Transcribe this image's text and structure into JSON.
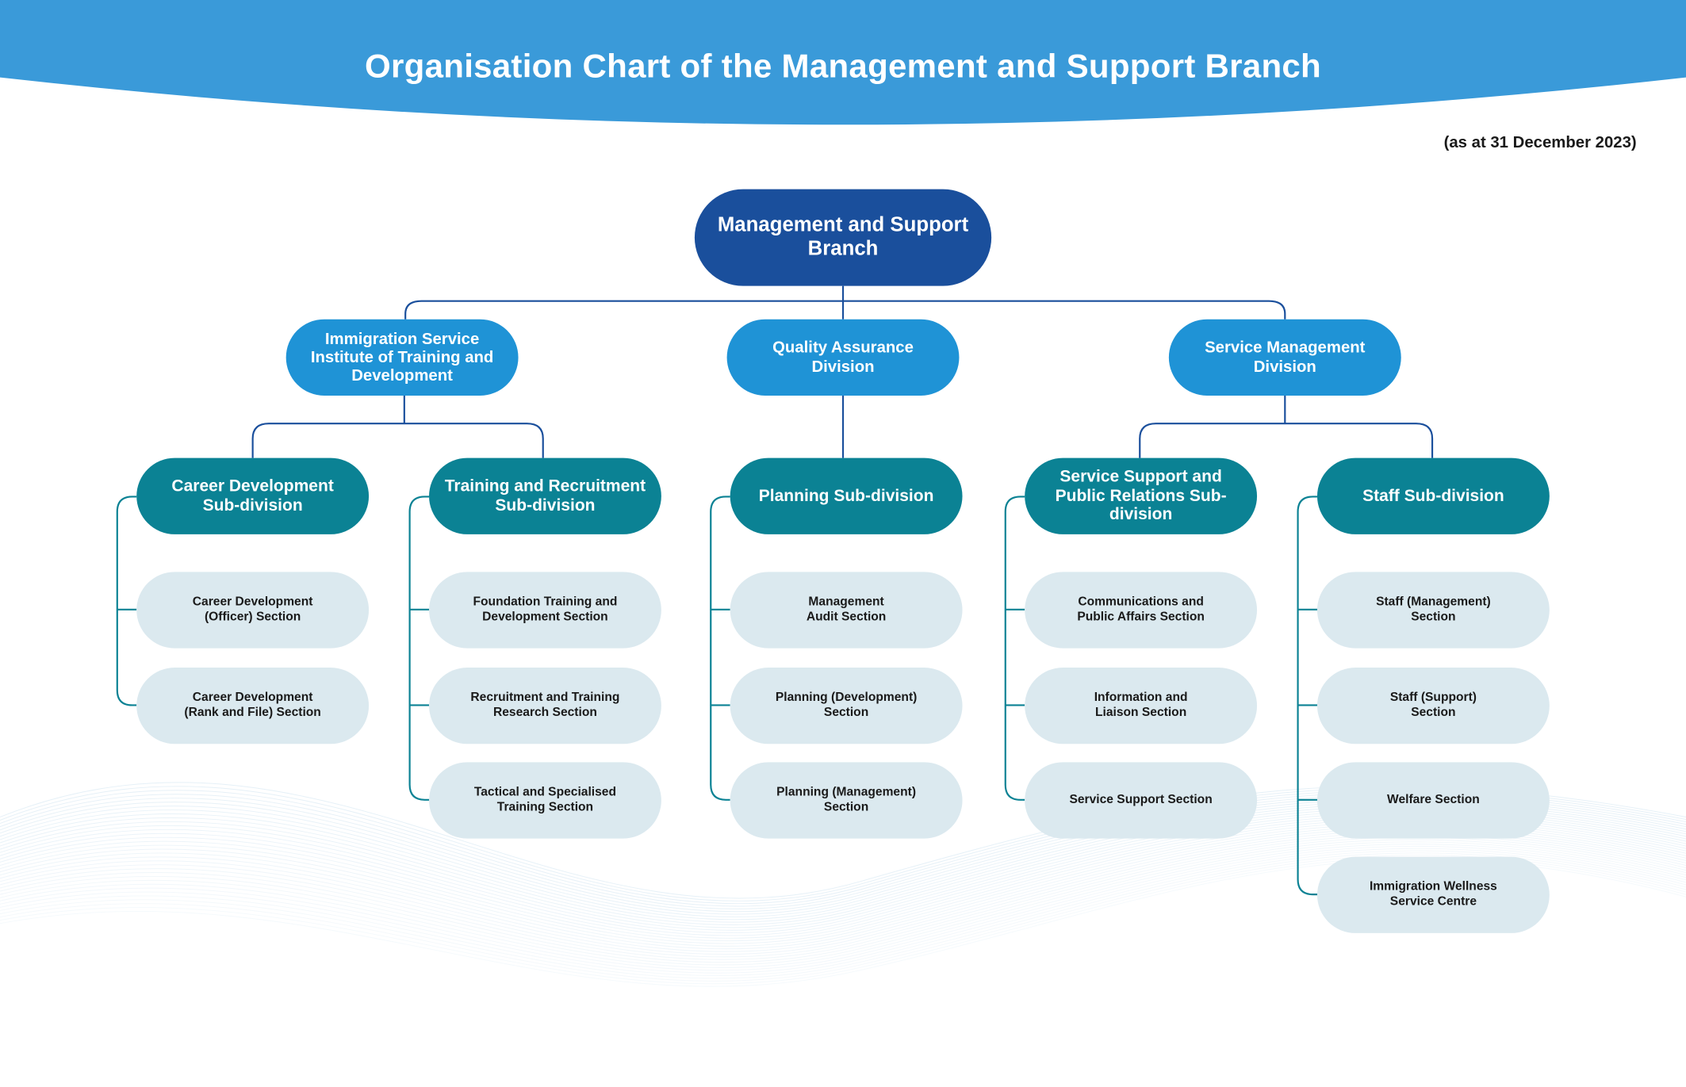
{
  "title": "Organisation Chart of the Management and Support Branch",
  "as_at": "(as at 31 December 2023)",
  "colors": {
    "header": "#3a9ad9",
    "top_node": "#1a4f9c",
    "division": "#1f93d6",
    "subdivision": "#0b8294",
    "section": "#dbe9ef",
    "connector_top": "#1a4f9c",
    "connector_sub": "#0b8294"
  },
  "top": {
    "label": "Management and Support Branch"
  },
  "divisions": [
    {
      "label": "Immigration Service Institute of Training and Development"
    },
    {
      "label": "Quality Assurance Division"
    },
    {
      "label": "Service Management Division"
    }
  ],
  "subdivisions": [
    {
      "label": "Career Development Sub-division",
      "sections": [
        "Career Development (Officer) Section",
        "Career Development (Rank and File) Section"
      ]
    },
    {
      "label": "Training and Recruitment Sub-division",
      "sections": [
        "Foundation Training and Development Section",
        "Recruitment and Training Research Section",
        "Tactical and Specialised Training Section"
      ]
    },
    {
      "label": "Planning Sub-division",
      "sections": [
        "Management Audit Section",
        "Planning (Development) Section",
        "Planning (Management) Section"
      ]
    },
    {
      "label": "Service Support and Public Relations Sub-division",
      "sections": [
        "Communications and Public Affairs Section",
        "Information and Liaison Section",
        "Service Support Section"
      ]
    },
    {
      "label": "Staff Sub-division",
      "sections": [
        "Staff (Management) Section",
        "Staff (Support) Section",
        "Welfare Section",
        "Immigration Wellness Service Centre"
      ]
    }
  ]
}
